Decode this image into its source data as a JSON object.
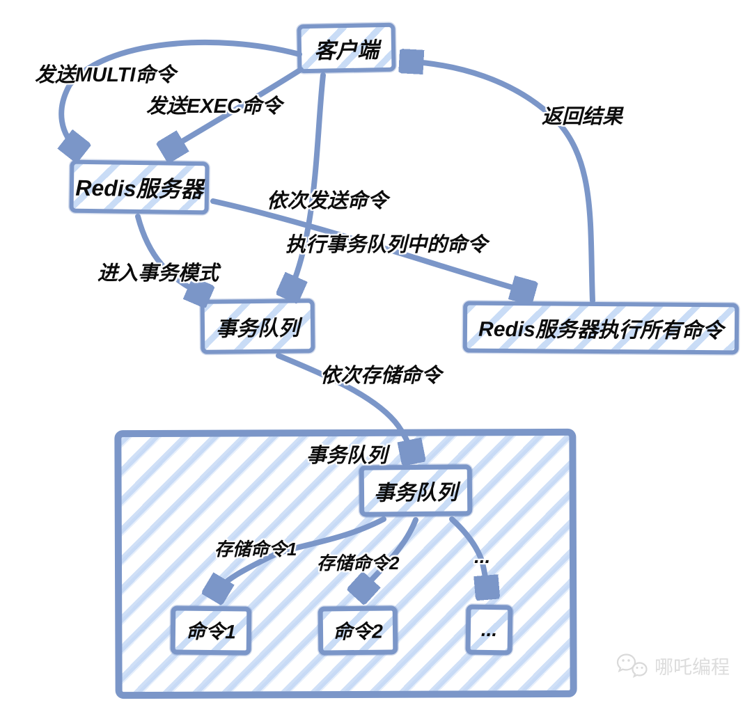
{
  "diagram": {
    "type": "flowchart",
    "topic": "Redis transaction command flow",
    "colors": {
      "line": "#7b96c8",
      "hatch": "#cfe0f5",
      "text": "#0c0c0c",
      "watermark": "#dcdcdc"
    },
    "nodes": {
      "client": "客户端",
      "redis_server": "Redis服务器",
      "tx_queue": "事务队列",
      "redis_exec": "Redis服务器执行所有命令",
      "container_title": "事务队列",
      "inner_queue": "事务队列",
      "cmd1": "命令1",
      "cmd2": "命令2",
      "cmd_more": "..."
    },
    "edges": {
      "send_multi": "发送MULTI命令",
      "send_exec": "发送EXEC命令",
      "send_seq": "依次发送命令",
      "enter_tx": "进入事务模式",
      "exec_cmds": "执行事务队列中的命令",
      "return_result": "返回结果",
      "store_seq": "依次存储命令",
      "store_cmd1": "存储命令1",
      "store_cmd2": "存储命令2",
      "store_more": "..."
    },
    "watermark": "哪吒编程"
  }
}
